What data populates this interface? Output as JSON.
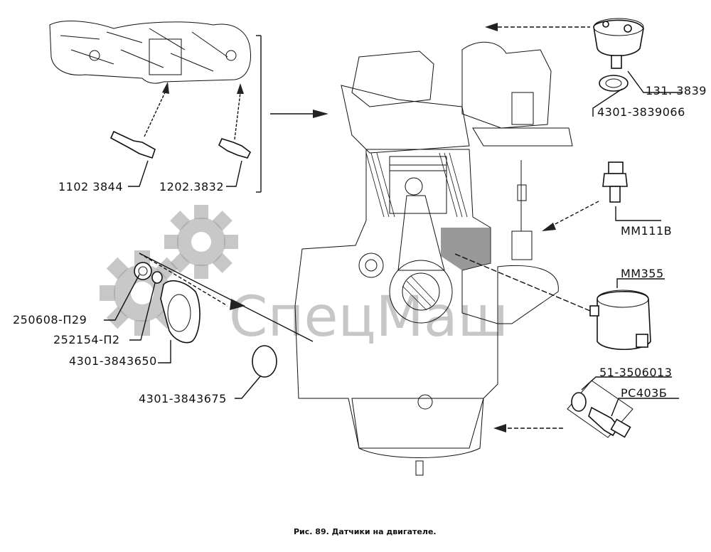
{
  "labels": {
    "p1102": "1102 3844",
    "p1202": "1202.3832",
    "p131": "131. 3839",
    "p4301_3839066": "4301-3839066",
    "pMM111B": "MM111B",
    "pMM355": "MM355",
    "p250608": "250608-П29",
    "p252154": "252154-П2",
    "p4301_3843650": "4301-3843650",
    "p4301_3843675": "4301-3843675",
    "p51_3506013": "51-3506013",
    "pPC403B": "PC403Б"
  },
  "caption": "Рис. 89. Датчики на двигателе.",
  "watermark": "СпецМаш",
  "colors": {
    "ink": "#111111",
    "watermark": "#9a9a9a"
  }
}
